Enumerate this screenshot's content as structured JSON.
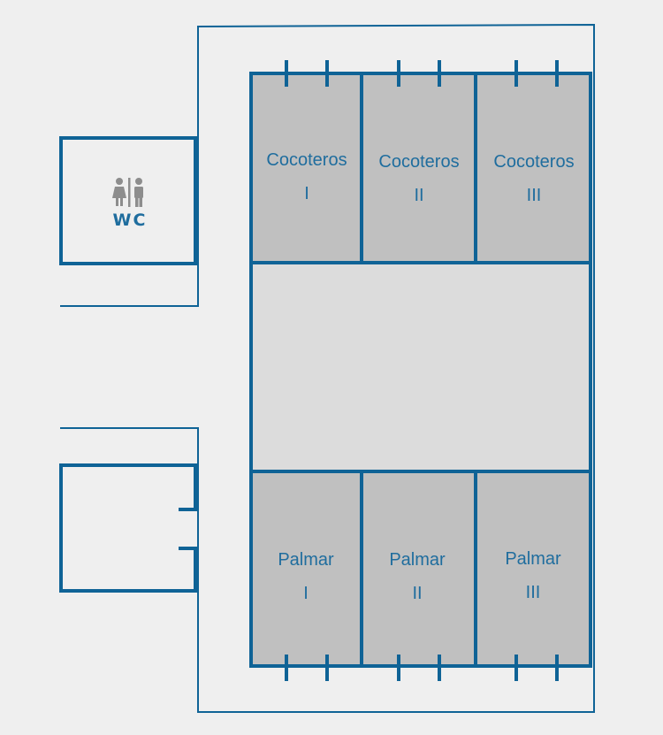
{
  "colors": {
    "background": "#efefef",
    "wall": "#0f6396",
    "room_fill": "#c0c0c0",
    "corridor_fill": "#dcdcdc",
    "label": "#1f6d9e",
    "wc_icon": "#8d8d8d"
  },
  "rooms_top": [
    {
      "name": "Cocoteros",
      "numeral": "I"
    },
    {
      "name": "Cocoteros",
      "numeral": "II"
    },
    {
      "name": "Cocoteros",
      "numeral": "III"
    }
  ],
  "rooms_bottom": [
    {
      "name": "Palmar",
      "numeral": "I"
    },
    {
      "name": "Palmar",
      "numeral": "II"
    },
    {
      "name": "Palmar",
      "numeral": "III"
    }
  ],
  "restroom": {
    "label": "WC",
    "icon": "restroom-icon"
  }
}
